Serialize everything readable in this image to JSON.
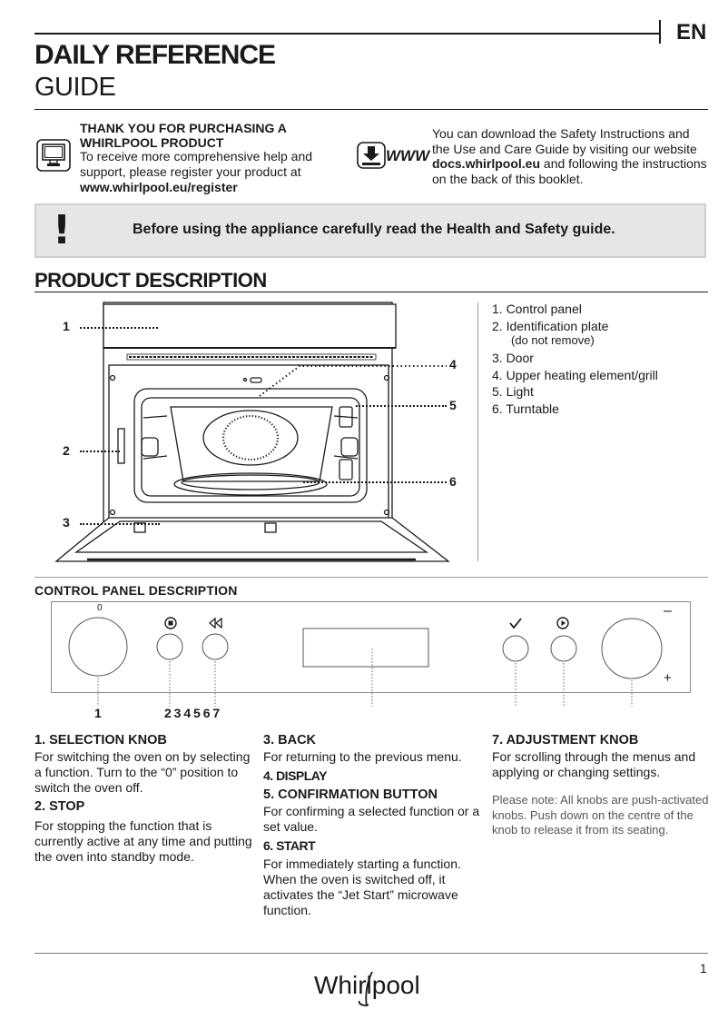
{
  "header": {
    "lang": "EN",
    "title_line1": "DAILY REFERENCE",
    "title_line2": "GUIDE"
  },
  "register": {
    "icon": "computer-icon",
    "title": "THANK YOU FOR PURCHASING A WHIRLPOOL PRODUCT",
    "body": "To receive more comprehensive help and support, please register your product at",
    "url": "www.whirlpool.eu/register"
  },
  "download": {
    "icon": "download-www-icon",
    "icon_text": "WWW",
    "body_before": "You can download the Safety Instructions and the Use and Care Guide by visiting our website ",
    "url": "docs.whirlpool.eu",
    "body_after": " and following the instructions on the back of this booklet."
  },
  "warning": {
    "icon": "exclamation-icon",
    "symbol": "!",
    "text": "Before using the appliance carefully read the Health and Safety guide."
  },
  "product": {
    "heading": "PRODUCT DESCRIPTION",
    "legend": [
      "1. Control panel",
      "2. Identification plate",
      "(do not remove)",
      "3. Door",
      "4. Upper heating element/grill",
      "5. Light",
      "6. Turntable"
    ],
    "callouts": [
      "1",
      "2",
      "3",
      "4",
      "5",
      "6"
    ]
  },
  "control_panel": {
    "heading": "CONTROL PANEL DESCRIPTION",
    "zero_mark": "0",
    "minus_mark": "–",
    "plus_mark": "+",
    "label_1": "1",
    "label_2_7": "2 3 4 5 6 7"
  },
  "descriptions": {
    "selection_title": "1. SELECTION KNOB",
    "selection_body": "For switching the oven on by selecting a function. Turn to the “0” position to switch the oven off.",
    "stop_title": "2. STOP",
    "stop_body": "For stopping the function that is currently active at any time and putting the oven into standby mode.",
    "back_title": "3. BACK",
    "back_body": "For returning to the previous menu.",
    "display_title": "4. DISPLAY",
    "confirm_title": "5. CONFIRMATION BUTTON",
    "confirm_body": "For confirming a selected function or a set value.",
    "start_title": "6. START",
    "start_body": "For immediately starting a function. When the oven is switched off, it activates the “Jet Start” microwave function.",
    "adjust_title": "7. ADJUSTMENT KNOB",
    "adjust_body": "For scrolling through the menus and applying or changing settings.",
    "note": "Please note: All knobs are push-activated knobs. Push down on the centre of the knob to release it from its seating."
  },
  "footer": {
    "page": "1",
    "brand": "Whirlpool"
  }
}
